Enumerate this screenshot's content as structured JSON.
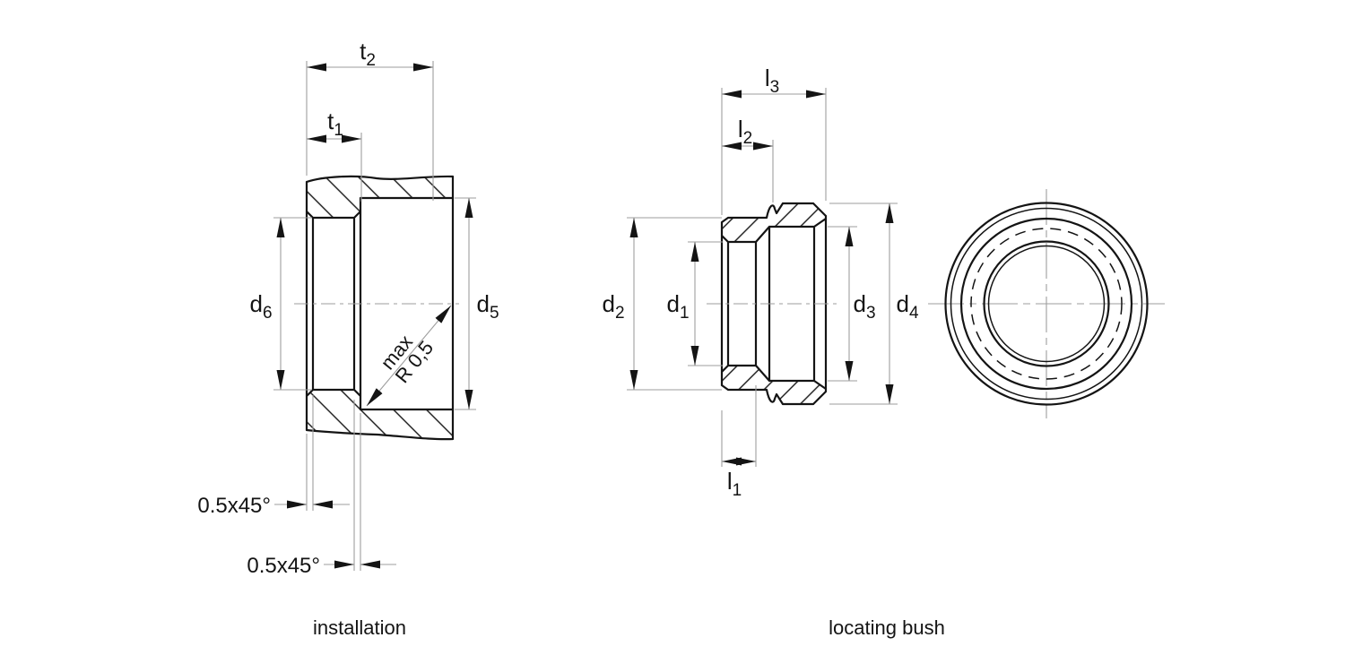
{
  "colors": {
    "background": "#ffffff",
    "outline": "#141414",
    "dimension_lines": "#9e9e9e",
    "text": "#141414"
  },
  "captions": {
    "installation": "installation",
    "locating_bush": "locating bush"
  },
  "installation_view": {
    "t2": {
      "base": "t",
      "sub": "2"
    },
    "t1": {
      "base": "t",
      "sub": "1"
    },
    "d6": {
      "base": "d",
      "sub": "6"
    },
    "d5": {
      "base": "d",
      "sub": "5"
    },
    "chamfer_note_top": "0.5x45°",
    "chamfer_note_bottom": "0.5x45°",
    "radius_note": {
      "line1": "max",
      "line2": "R 0,5"
    }
  },
  "bush_view": {
    "l3": {
      "base": "l",
      "sub": "3"
    },
    "l2": {
      "base": "l",
      "sub": "2"
    },
    "l1": {
      "base": "l",
      "sub": "1"
    },
    "d2": {
      "base": "d",
      "sub": "2"
    },
    "d1": {
      "base": "d",
      "sub": "1"
    },
    "d3": {
      "base": "d",
      "sub": "3"
    },
    "d4": {
      "base": "d",
      "sub": "4"
    }
  }
}
